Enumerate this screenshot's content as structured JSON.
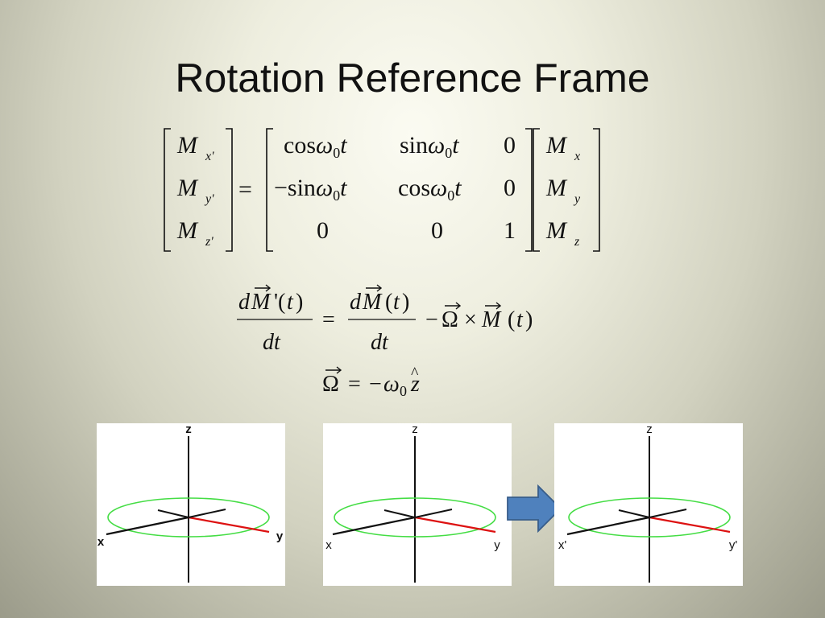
{
  "slide": {
    "title": "Rotation Reference Frame"
  },
  "matrix_equation": {
    "lhs": [
      "Mx'",
      "My'",
      "Mz'"
    ],
    "rotation_matrix": [
      [
        "cos ω0 t",
        "sin ω0 t",
        "0"
      ],
      [
        "−sin ω0 t",
        "cos ω0 t",
        "0"
      ],
      [
        "0",
        "0",
        "1"
      ]
    ],
    "rhs": [
      "Mx",
      "My",
      "Mz"
    ]
  },
  "derivative_equation": "dM'(t)/dt = dM(t)/dt − Ω × M(t)",
  "omega_equation": "Ω = −ω0 ẑ",
  "panels": [
    {
      "z_label": "z",
      "x_label": "x",
      "y_label": "y"
    },
    {
      "z_label": "z",
      "x_label": "x",
      "y_label": "y"
    },
    {
      "z_label": "z",
      "x_label": "x'",
      "y_label": "y'"
    }
  ],
  "colors": {
    "orbit": "#44dd44",
    "x_axis": "#111111",
    "y_axis": "#dd1111",
    "arrow_fill": "#4f81bd",
    "arrow_stroke": "#385d8a"
  },
  "icons": {
    "transition_arrow": "right-arrow-icon"
  }
}
